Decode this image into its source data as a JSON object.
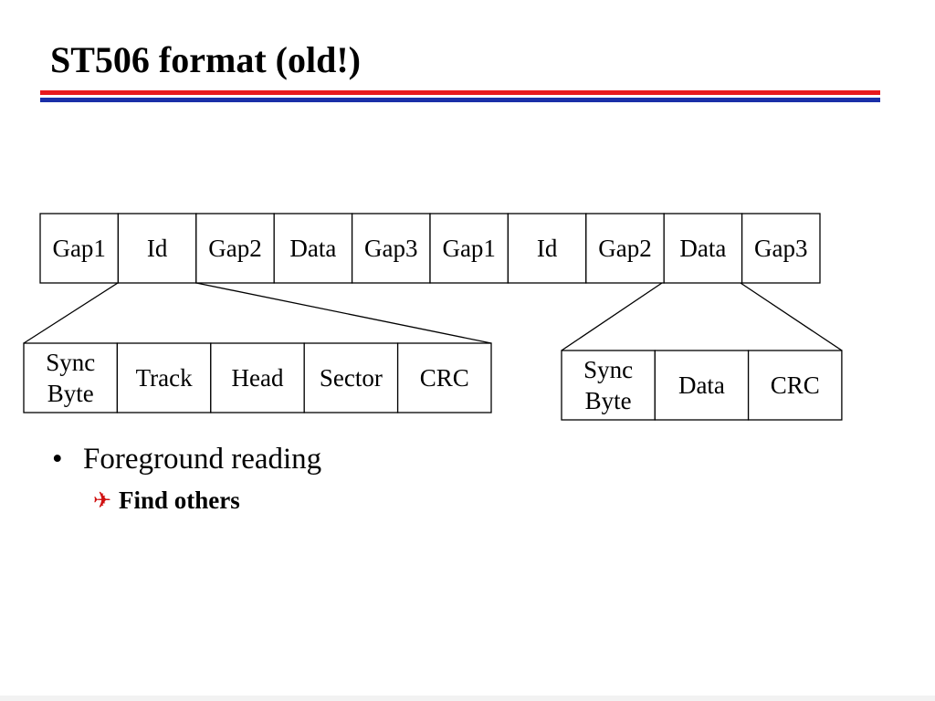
{
  "slide": {
    "title": "ST506 format (old!)"
  },
  "colors": {
    "rule_top": "#e8191e",
    "rule_bottom": "#1a2fa8",
    "bullet_icon": "#d01010"
  },
  "diagram": {
    "track_fields": [
      "Gap1",
      "Id",
      "Gap2",
      "Data",
      "Gap3",
      "Gap1",
      "Id",
      "Gap2",
      "Data",
      "Gap3"
    ],
    "id_fields": [
      {
        "lines": [
          "Sync",
          "Byte"
        ]
      },
      {
        "lines": [
          "Track"
        ]
      },
      {
        "lines": [
          "Head"
        ]
      },
      {
        "lines": [
          "Sector"
        ]
      },
      {
        "lines": [
          "CRC"
        ]
      }
    ],
    "data_fields": [
      {
        "lines": [
          "Sync",
          "Byte"
        ]
      },
      {
        "lines": [
          "Data"
        ]
      },
      {
        "lines": [
          "CRC"
        ]
      }
    ]
  },
  "bullets": [
    {
      "text": "Foreground reading",
      "marker": "•",
      "sub": [
        {
          "text": "Find others",
          "icon": "airplane-icon",
          "glyph": "✈"
        }
      ]
    }
  ]
}
